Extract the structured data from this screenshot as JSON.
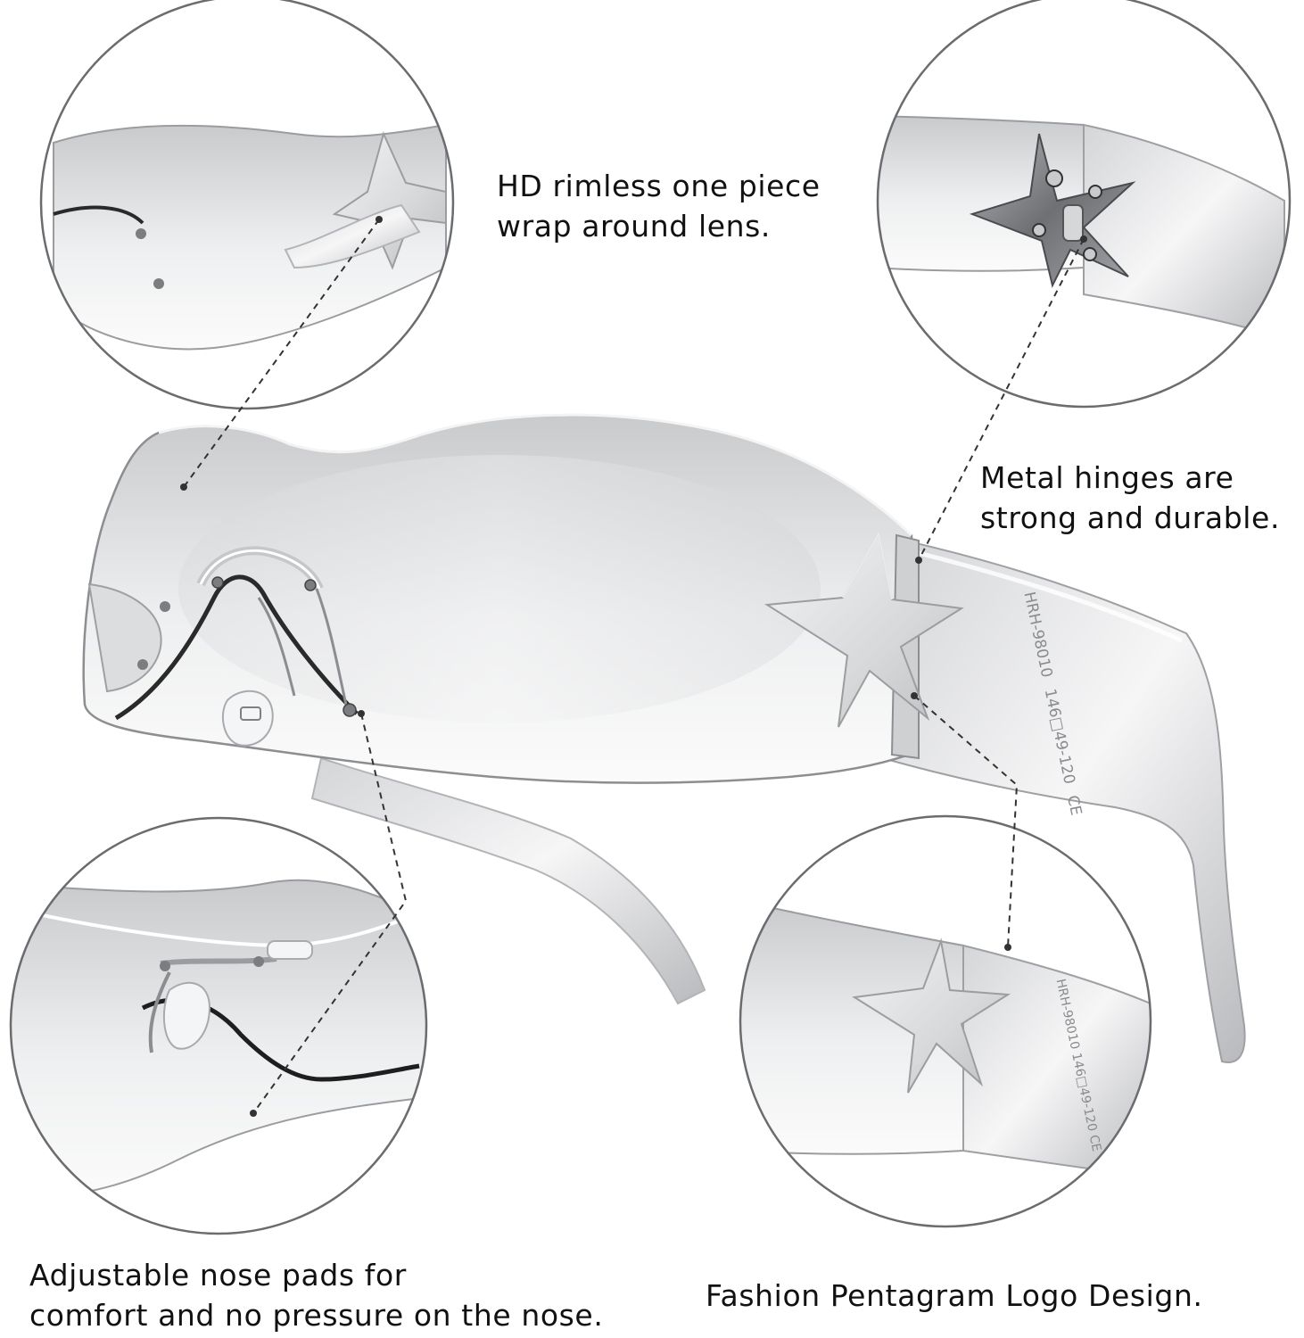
{
  "features": {
    "lens": {
      "line1": "HD rimless one piece",
      "line2": "wrap around lens."
    },
    "hinge": {
      "line1": "Metal hinges are",
      "line2": "strong and durable."
    },
    "nose_pads": {
      "line1": "Adjustable nose pads for",
      "line2": "comfort and no pressure on the nose."
    },
    "logo": {
      "line1": "Fashion Pentagram Logo Design."
    }
  },
  "temple_print": {
    "model": "HRH-98010",
    "size": "146□49-120",
    "mark": "CE"
  },
  "colors": {
    "background": "#ffffff",
    "text": "#111111",
    "lens_tint": "#d9dadc",
    "metal": "#8e9093"
  }
}
